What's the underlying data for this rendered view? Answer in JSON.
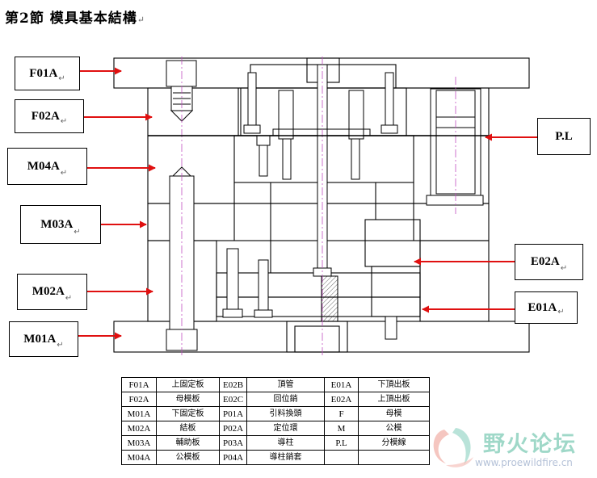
{
  "title": "第2節  模具基本結構",
  "return_mark": "↵",
  "labels": {
    "f01a": "F01A",
    "f02a": "F02A",
    "m04a": "M04A",
    "m03a": "M03A",
    "m02a": "M02A",
    "m01a": "M01A",
    "pl": "P.L",
    "e02a": "E02A",
    "e01a": "E01A"
  },
  "legend": {
    "rows": [
      [
        "F01A",
        "上固定板",
        "E02B",
        "頂管",
        "E01A",
        "下頂出板"
      ],
      [
        "F02A",
        "母模板",
        "E02C",
        "回位銷",
        "E02A",
        "上頂出板"
      ],
      [
        "M01A",
        "下固定板",
        "P01A",
        "引料換頭",
        "F",
        "母模"
      ],
      [
        "M02A",
        "結板",
        "P02A",
        "定位環",
        "M",
        "公模"
      ],
      [
        "M03A",
        "輔助板",
        "P03A",
        "導柱",
        "P.L",
        "分模線"
      ],
      [
        "M04A",
        "公模板",
        "P04A",
        "導柱銷套",
        "",
        ""
      ]
    ]
  },
  "watermark": {
    "text": "野火论坛",
    "url": "www.proewildfire.cn"
  },
  "colors": {
    "arrow": "#e01010",
    "centerline": "#c050c0",
    "line": "#000000"
  }
}
